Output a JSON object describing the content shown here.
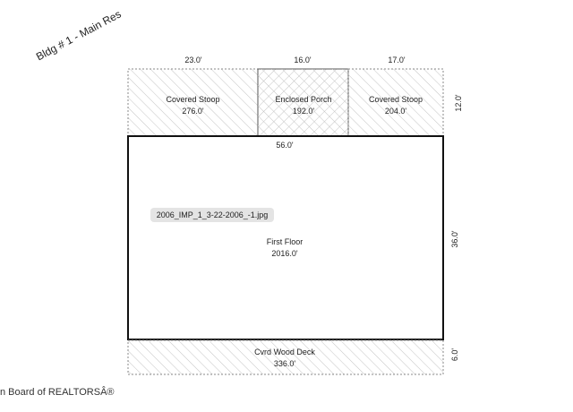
{
  "title": "Bldg # 1 - Main Res",
  "top_dims": [
    "23.0'",
    "16.0'",
    "17.0'"
  ],
  "rooms": {
    "covered_stoop_left": {
      "name": "Covered Stoop",
      "area": "276.0'"
    },
    "enclosed_porch": {
      "name": "Enclosed Porch",
      "area": "192.0'"
    },
    "covered_stoop_right": {
      "name": "Covered Stoop",
      "area": "204.0'"
    },
    "first_floor": {
      "name": "First Floor",
      "area": "2016.0'"
    },
    "cvrd_wood_deck": {
      "name": "Cvrd Wood Deck",
      "area": "336.0'"
    }
  },
  "dims": {
    "porch_height": "12.0'",
    "floor_width": "56.0'",
    "floor_height": "36.0'",
    "deck_height": "6.0'"
  },
  "image_tag": "2006_IMP_1_3-22-2006_-1.jpg",
  "footer": "n Board of REALTORSÂ®"
}
